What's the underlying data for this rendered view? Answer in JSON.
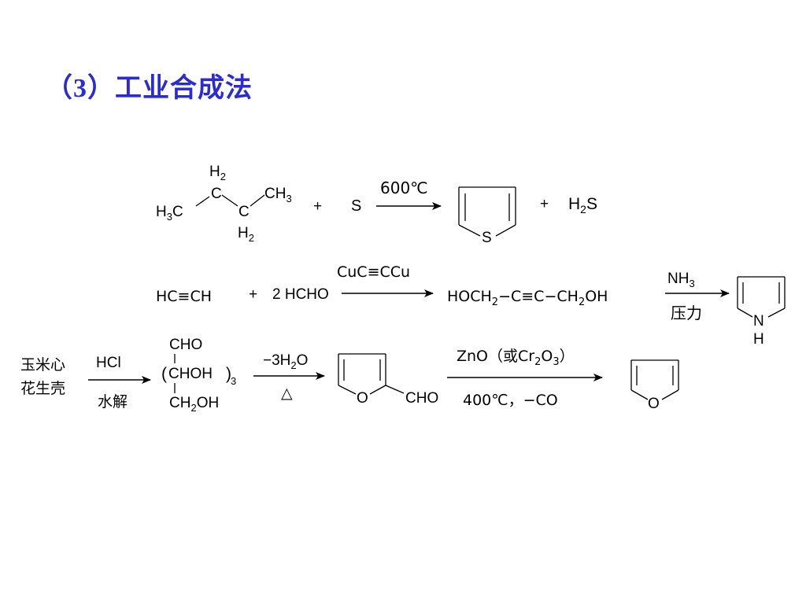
{
  "title": "（3）工业合成法",
  "reaction1": {
    "butane": {
      "h2_top": "H",
      "h2_bottom": "H",
      "sub2": "2",
      "c_upper": "C",
      "c_lower": "C",
      "h3c": "H",
      "h3c_sub": "3",
      "h3c_c": "C",
      "ch3": "CH",
      "ch3_sub": "3"
    },
    "plus1": "+",
    "reagent": "S",
    "condition": "600℃",
    "ring_atom": "S",
    "plus2": "+",
    "byproduct": {
      "h": "H",
      "sub": "2",
      "s": "S"
    }
  },
  "reaction2": {
    "acetylene": "HC≡CH",
    "plus": "+",
    "reagent": "2 HCHO",
    "catalyst": "CuC≡CCu",
    "product": {
      "p1": "HOCH",
      "sub1": "2",
      "p2": "−C≡C−CH",
      "sub2": "2",
      "p3": "OH"
    },
    "condition_top": {
      "nh": "NH",
      "sub": "3"
    },
    "condition_bottom": "压力",
    "ring_atom_n": "N",
    "ring_atom_h": "H"
  },
  "reaction3": {
    "source_line1": "玉米心",
    "source_line2": "花生壳",
    "acid": "HCl",
    "hydrolysis": "水解",
    "sugar": {
      "cho": "CHO",
      "chohoh": "CHOH",
      "n": "3",
      "ch2oh_a": "CH",
      "ch2oh_sub": "2",
      "ch2oh_b": "OH",
      "paren_l": "(",
      "paren_r": ")"
    },
    "dehydration": {
      "minus": "−3H",
      "sub": "2",
      "o": "O"
    },
    "heat": "△",
    "furfural_o": "O",
    "furfural_cho": "CHO",
    "catalyst": {
      "a": "ZnO（或Cr",
      "sub1": "2",
      "b": "O",
      "sub2": "3",
      "c": "）"
    },
    "condition_bottom": "400℃，−CO",
    "furan_o": "O"
  }
}
